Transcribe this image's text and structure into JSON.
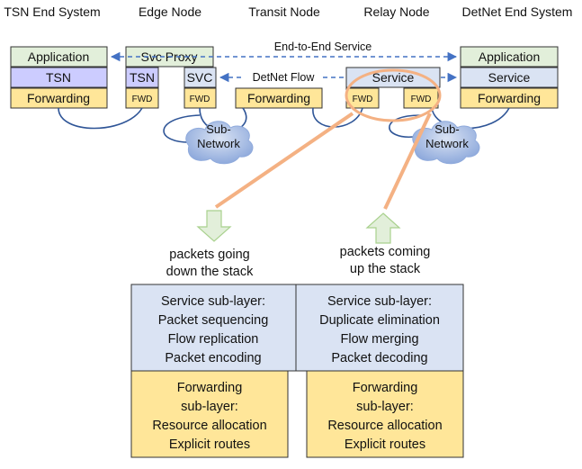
{
  "headers": {
    "tsn_end_system": "TSN End System",
    "edge_node": "Edge Node",
    "transit_node": "Transit Node",
    "relay_node": "Relay Node",
    "detnet_end_system": "DetNet End System"
  },
  "tsn_end_system": {
    "application": "Application",
    "tsn": "TSN",
    "forwarding": "Forwarding"
  },
  "edge_node": {
    "svc_proxy": "Svc Proxy",
    "tsn": "TSN",
    "svc": "SVC",
    "fwd_left": "FWD",
    "fwd_right": "FWD"
  },
  "transit_node": {
    "forwarding": "Forwarding"
  },
  "relay_node": {
    "service": "Service",
    "fwd_left": "FWD",
    "fwd_right": "FWD"
  },
  "detnet_end_system": {
    "application": "Application",
    "service": "Service",
    "forwarding": "Forwarding"
  },
  "flows": {
    "end_to_end": "End-to-End Service",
    "detnet_flow": "DetNet Flow"
  },
  "subnetwork_left": {
    "line1": "Sub-",
    "line2": "Network"
  },
  "subnetwork_right": {
    "line1": "Sub-",
    "line2": "Network"
  },
  "captions": {
    "down_line1": "packets going",
    "down_line2": "down the stack",
    "up_line1": "packets coming",
    "up_line2": "up the stack"
  },
  "left_stack": {
    "service_lines": [
      "Service sub-layer:",
      "Packet sequencing",
      "Flow replication",
      "Packet encoding"
    ],
    "forwarding_lines": [
      "Forwarding",
      "sub-layer:",
      "Resource allocation",
      "Explicit routes"
    ]
  },
  "right_stack": {
    "service_lines": [
      "Service sub-layer:",
      "Duplicate elimination",
      "Flow merging",
      "Packet decoding"
    ],
    "forwarding_lines": [
      "Forwarding",
      "sub-layer:",
      "Resource allocation",
      "Explicit routes"
    ]
  },
  "colors": {
    "application_green": "#e2efda",
    "tsn_purple": "#ccccff",
    "forwarding_yellow": "#ffe699",
    "service_blue": "#dae3f3",
    "arrow_blue": "#4472c4",
    "loop_blue": "#2f5597",
    "highlight_orange": "#f4b183",
    "arrow_green_fill": "#e2efda",
    "arrow_green_stroke": "#a9d18e",
    "cloud_fill": "#b4c7e7"
  }
}
